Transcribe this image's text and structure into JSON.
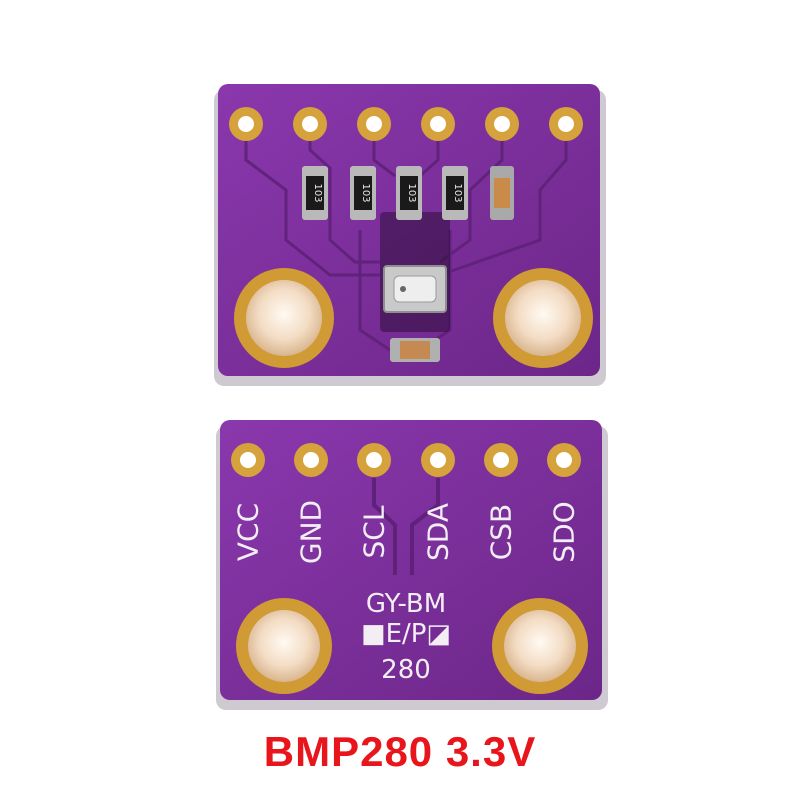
{
  "colors": {
    "pcb": "#7a2f9a",
    "pcb_dark": "#5a1f74",
    "pcb_edge": "#c9c3cc",
    "gold": "#d6a23c",
    "gold_light": "#f1d48a",
    "silk": "#f2eef4",
    "caption": "#e8161c"
  },
  "board_back": {
    "pins": [
      "VCC",
      "GND",
      "SCL",
      "SDA",
      "CSB",
      "SDO"
    ],
    "model_line1": "GY-BM",
    "model_line2": "■E/P◪",
    "model_line3": "280"
  },
  "board_front": {
    "resistor_code": "103"
  },
  "caption": "BMP280 3.3V"
}
